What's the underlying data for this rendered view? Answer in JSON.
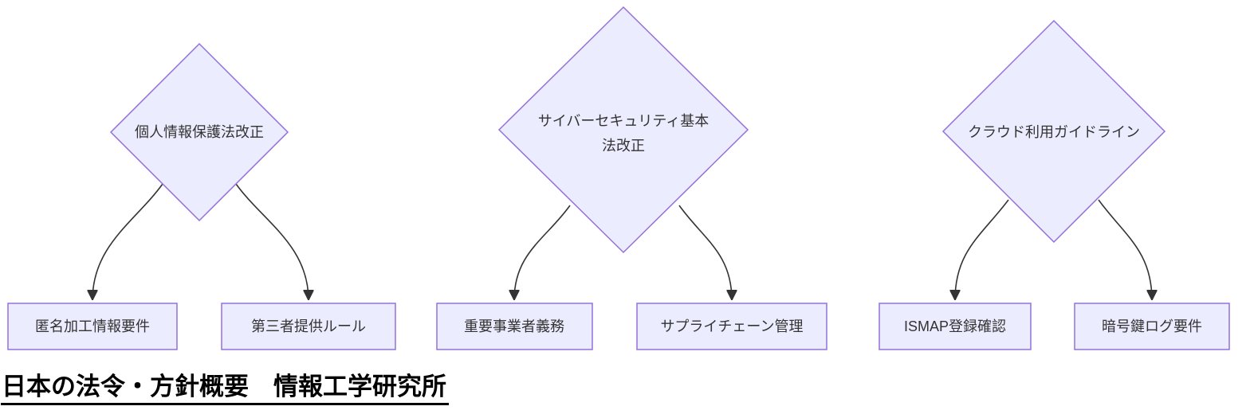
{
  "colors": {
    "node_fill": "#ECECFF",
    "node_border": "#9370DB",
    "edge_color": "#333333",
    "text_color": "#333333",
    "title_color": "#000000"
  },
  "diagram": {
    "groups": [
      {
        "parent_lines": [
          "個人情報保護法改正"
        ],
        "children": [
          "匿名加工情報要件",
          "第三者提供ルール"
        ]
      },
      {
        "parent_lines": [
          "サイバーセキュリティ基本",
          "法改正"
        ],
        "children": [
          "重要事業者義務",
          "サプライチェーン管理"
        ]
      },
      {
        "parent_lines": [
          "クラウド利用ガイドライン"
        ],
        "children": [
          "ISMAP登録確認",
          "暗号鍵ログ要件"
        ]
      }
    ]
  },
  "footer": {
    "title": "日本の法令・方針概要　情報工学研究所"
  }
}
